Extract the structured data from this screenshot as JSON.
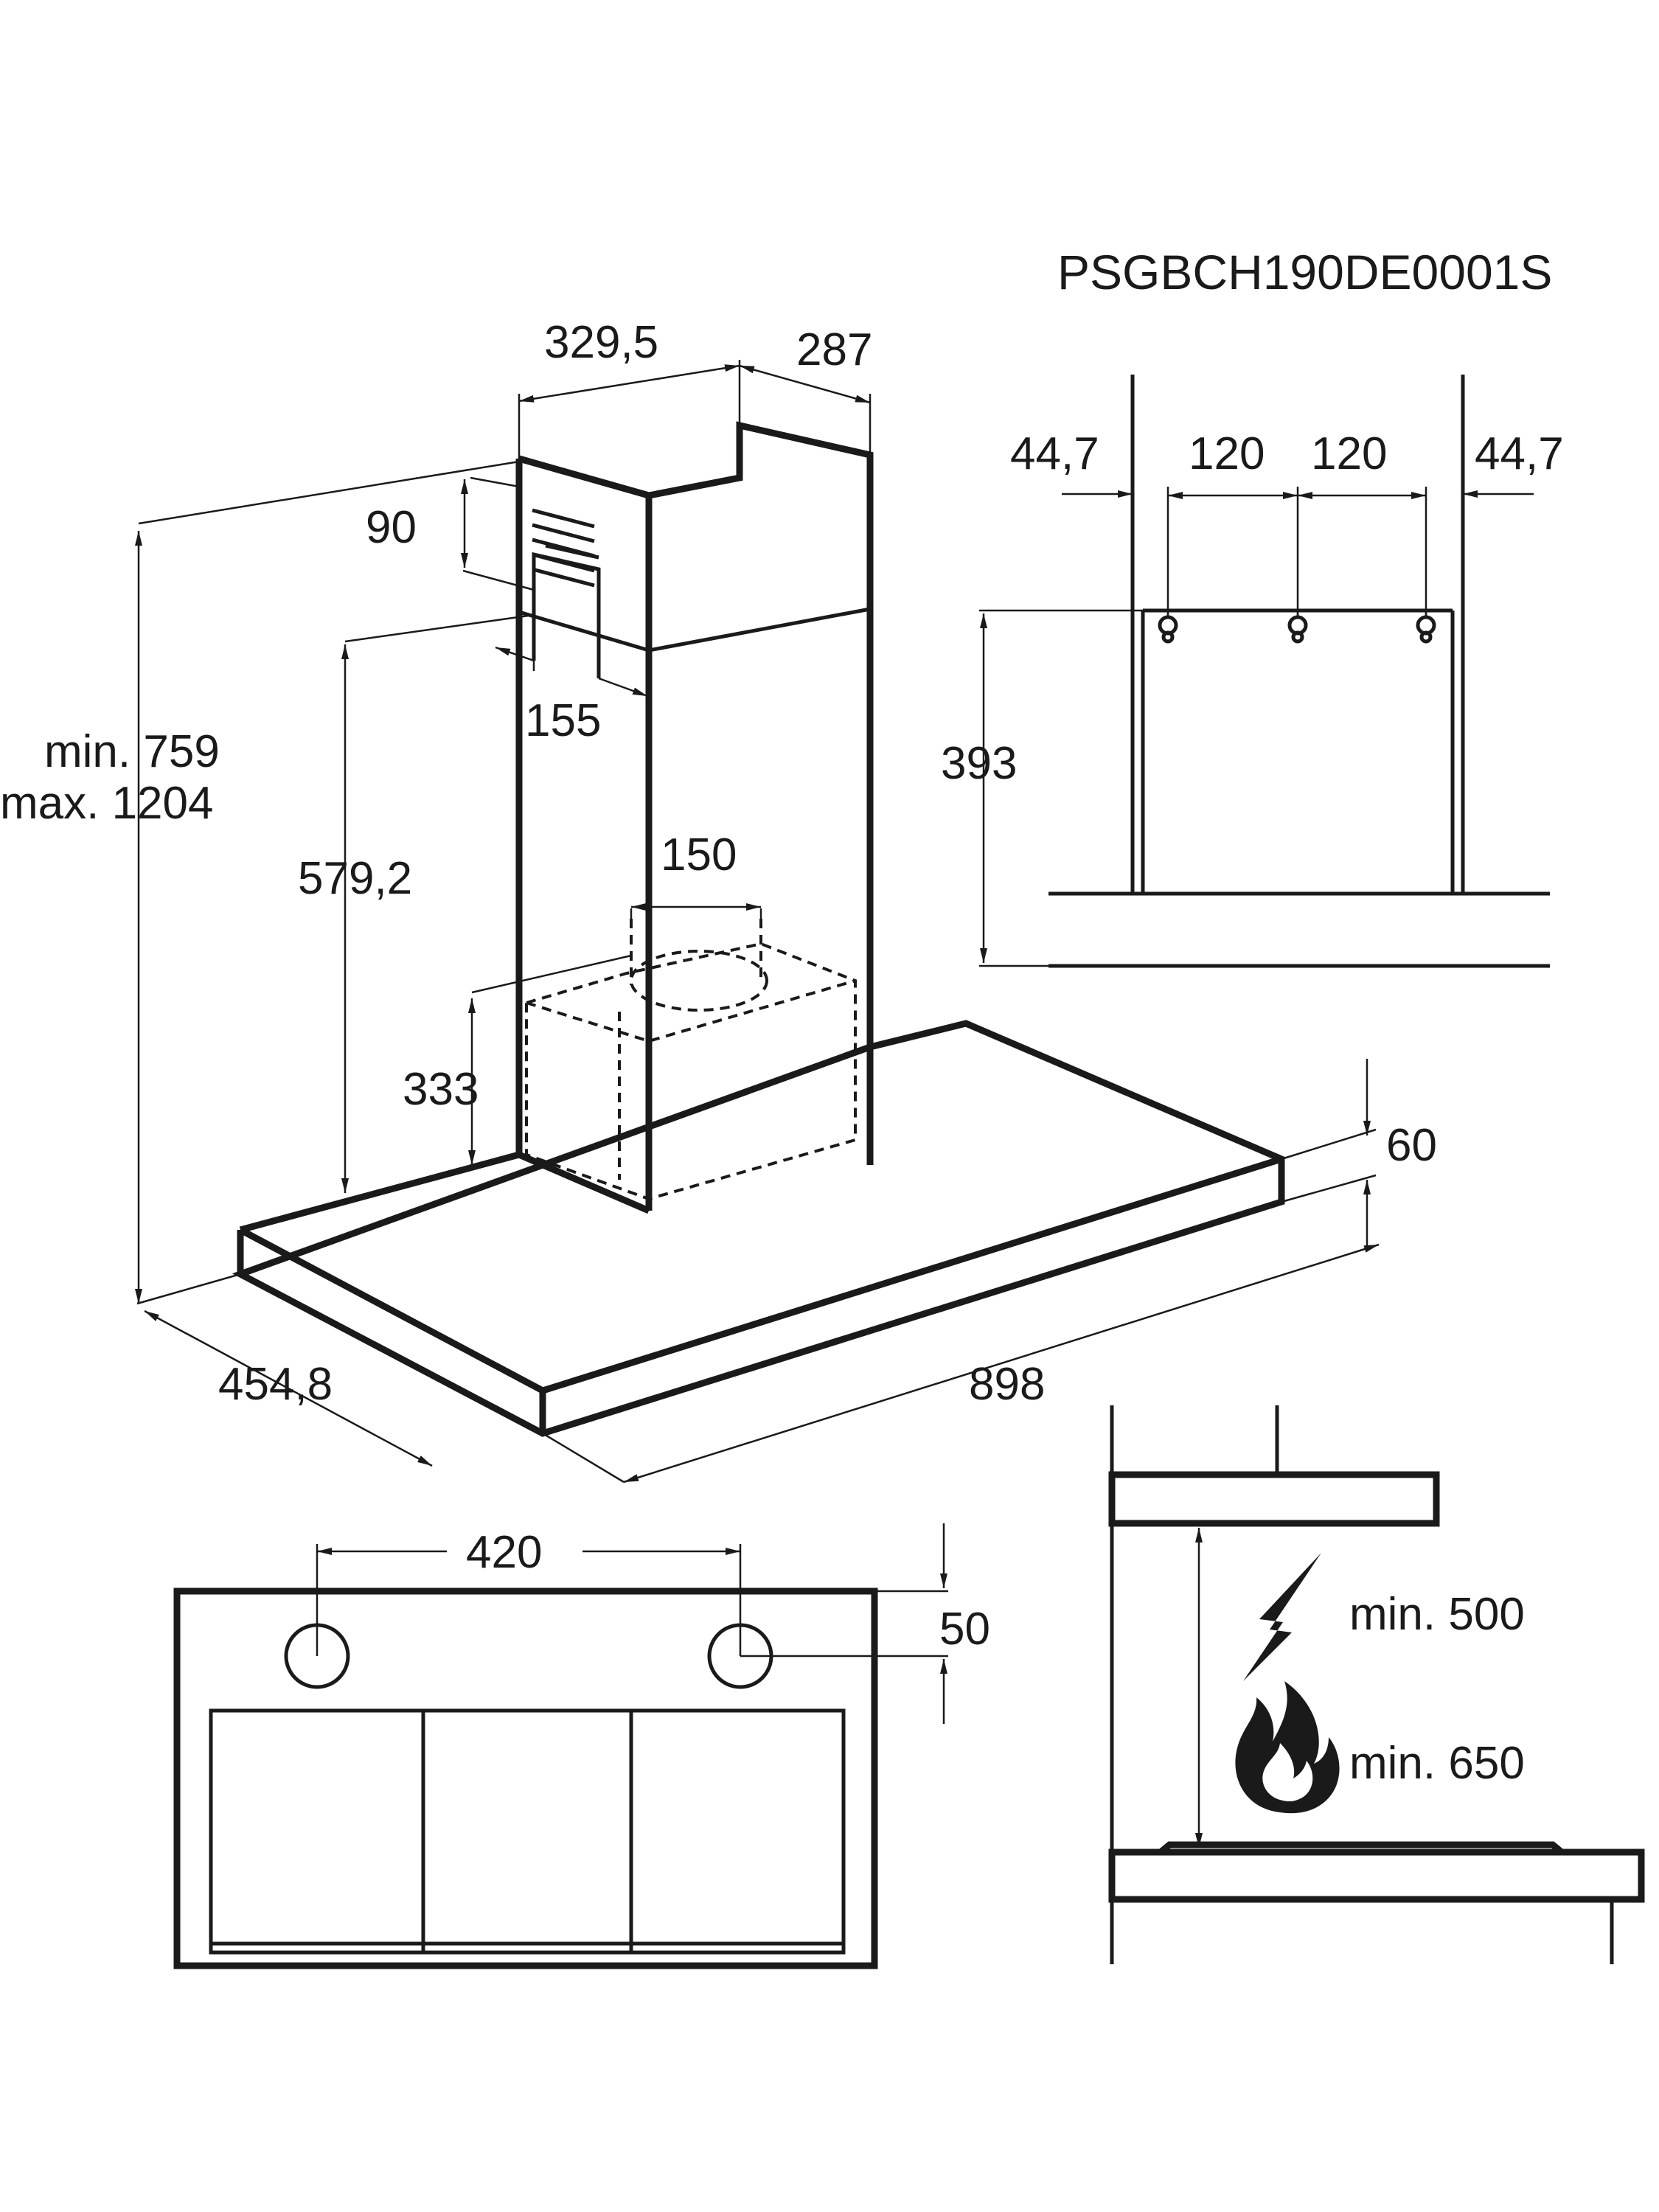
{
  "model_code": "PSGBCH190DE0001S",
  "dimensions": {
    "chimney_width": "329,5",
    "chimney_depth": "287",
    "vent_height": "90",
    "vent_offset": "155",
    "height_range_min": "min. 759",
    "height_range_max": "max. 1204",
    "inner_height": "579,2",
    "duct_diameter": "150",
    "motor_height": "333",
    "canopy_thickness": "60",
    "hood_depth": "454,8",
    "hood_width": "898",
    "hole_spacing": "420",
    "hole_offset": "50",
    "bracket_left_margin": "44,7",
    "bracket_spacing_1": "120",
    "bracket_spacing_2": "120",
    "bracket_right_margin": "44,7",
    "bracket_height": "393",
    "min_electric": "min. 500",
    "min_gas": "min. 650"
  },
  "icons": {
    "electric": "lightning-bolt-icon",
    "gas": "flame-icon"
  },
  "colors": {
    "line": "#1a1a1a",
    "background": "#ffffff"
  }
}
